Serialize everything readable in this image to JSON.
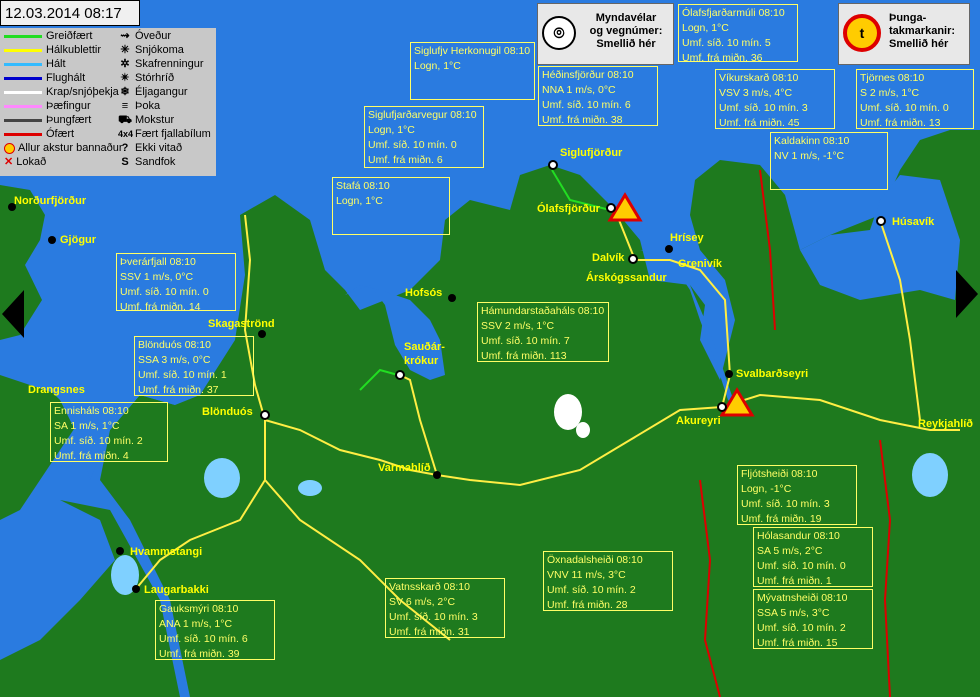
{
  "timestamp": "12.03.2014 08:17",
  "colors": {
    "sea": "#2a7be0",
    "land": "#1e7a1e",
    "road": "#ffee44",
    "label": "#ffff00"
  },
  "legend": {
    "roads": [
      {
        "label": "Greiðfært",
        "color": "#22dd22"
      },
      {
        "label": "Hálkublettir",
        "color": "#ffff00"
      },
      {
        "label": "Hált",
        "color": "#33bbff"
      },
      {
        "label": "Flughált",
        "color": "#0000cc"
      },
      {
        "label": "Krap/snjóþekja",
        "color": "#ffffff"
      },
      {
        "label": "Þæfingur",
        "color": "#ff88ff"
      },
      {
        "label": "Þungfært",
        "color": "#444444"
      },
      {
        "label": "Ófært",
        "color": "#dd0000"
      },
      {
        "label": "Allur akstur bannaður",
        "color": "#ffcc00"
      },
      {
        "label": "Lokað",
        "color": "#dd0000"
      }
    ],
    "conditions": [
      {
        "label": "Óveður",
        "icon": "storm-icon",
        "glyph": "⇝"
      },
      {
        "label": "Snjókoma",
        "icon": "snowfall-icon",
        "glyph": "✳"
      },
      {
        "label": "Skafrenningur",
        "icon": "drifting-snow-icon",
        "glyph": "✲"
      },
      {
        "label": "Stórhríð",
        "icon": "blizzard-icon",
        "glyph": "✴"
      },
      {
        "label": "Éljagangur",
        "icon": "snow-showers-icon",
        "glyph": "❄"
      },
      {
        "label": "Þoka",
        "icon": "fog-icon",
        "glyph": "≡"
      },
      {
        "label": "Mokstur",
        "icon": "snowplow-icon",
        "glyph": "⛟"
      },
      {
        "label": "Fært fjallabílum",
        "icon": "4x4-icon",
        "glyph": "4x4"
      },
      {
        "label": "Ekki vitað",
        "icon": "unknown-icon",
        "glyph": "?"
      },
      {
        "label": "Sandfok",
        "icon": "sandstorm-icon",
        "glyph": "S"
      }
    ]
  },
  "promo_cameras": {
    "line1": "Myndavélar",
    "line2": "og vegnúmer:",
    "line3": "Smellið hér"
  },
  "promo_weight": {
    "line1": "Þunga-",
    "line2": "takmarkanir:",
    "line3": "Smellið hér"
  },
  "stations": [
    {
      "name": "Siglufjv Herkonugil 08:10",
      "wind": "Logn, 1°C"
    },
    {
      "name": "Ólafsfjarðarmúli 08:10",
      "wind": "Logn, 1°C",
      "umf_10": "Umf. síð. 10 mín. 5",
      "umf_mid": "Umf. frá miðn. 36"
    },
    {
      "name": "Héðinsfjörður 08:10",
      "wind": "NNA 1 m/s, 0°C",
      "umf_10": "Umf. síð. 10 mín. 6",
      "umf_mid": "Umf. frá miðn. 38"
    },
    {
      "name": "Víkurskarð 08:10",
      "wind": "VSV 3 m/s, 4°C",
      "umf_10": "Umf. síð. 10 mín. 3",
      "umf_mid": "Umf. frá miðn. 45"
    },
    {
      "name": "Tjörnes 08:10",
      "wind": "S 2 m/s, 1°C",
      "umf_10": "Umf. síð. 10 mín. 0",
      "umf_mid": "Umf. frá miðn. 13"
    },
    {
      "name": "Siglufjarðarvegur 08:10",
      "wind": "Logn, 1°C",
      "umf_10": "Umf. síð. 10 mín. 0",
      "umf_mid": "Umf. frá miðn. 6"
    },
    {
      "name": "Kaldakinn 08:10",
      "wind": "NV 1 m/s, -1°C"
    },
    {
      "name": "Stafá 08:10",
      "wind": "Logn, 1°C"
    },
    {
      "name": "Þverárfjall 08:10",
      "wind": "SSV 1 m/s, 0°C",
      "umf_10": "Umf. síð. 10 mín. 0",
      "umf_mid": "Umf. frá miðn. 14"
    },
    {
      "name": "Hámundarstaðaháls 08:10",
      "wind": "SSV 2 m/s, 1°C",
      "umf_10": "Umf. síð. 10 mín. 7",
      "umf_mid": "Umf. frá miðn. 113"
    },
    {
      "name": "Blönduós 08:10",
      "wind": "SSA 3 m/s, 0°C",
      "umf_10": "Umf. síð. 10 mín. 1",
      "umf_mid": "Umf. frá miðn. 37"
    },
    {
      "name": "Ennisháls 08:10",
      "wind": "SA 1 m/s, 1°C",
      "umf_10": "Umf. síð. 10 mín. 2",
      "umf_mid": "Umf. frá miðn. 4"
    },
    {
      "name": "Fljótsheiði 08:10",
      "wind": "Logn, -1°C",
      "umf_10": "Umf. síð. 10 mín. 3",
      "umf_mid": "Umf. frá miðn. 19"
    },
    {
      "name": "Hólasandur 08:10",
      "wind": "SA 5 m/s, 2°C",
      "umf_10": "Umf. síð. 10 mín. 0",
      "umf_mid": "Umf. frá miðn. 1"
    },
    {
      "name": "Öxnadalsheiði 08:10",
      "wind": "VNV 11 m/s, 3°C",
      "umf_10": "Umf. síð. 10 mín. 2",
      "umf_mid": "Umf. frá miðn. 28"
    },
    {
      "name": "Mývatnsheiði 08:10",
      "wind": "SSA 5 m/s, 3°C",
      "umf_10": "Umf. síð. 10 mín. 2",
      "umf_mid": "Umf. frá miðn. 15"
    },
    {
      "name": "Vatnsskarð 08:10",
      "wind": "SV 6 m/s, 2°C",
      "umf_10": "Umf. síð. 10 mín. 3",
      "umf_mid": "Umf. frá miðn. 31"
    },
    {
      "name": "Gauksmýri 08:10",
      "wind": "ANA 1 m/s, 1°C",
      "umf_10": "Umf. síð. 10 mín. 6",
      "umf_mid": "Umf. frá miðn. 39"
    }
  ],
  "towns": [
    "Norðurfjörður",
    "Gjögur",
    "Drangsnes",
    "Skagaströnd",
    "Blönduós",
    "Hvammstangi",
    "Laugarbakki",
    "Hofsós",
    "Sauðár-",
    "krókur",
    "Varmahlíð",
    "Siglufjörður",
    "Ólafsfjörður",
    "Dalvík",
    "Hrísey",
    "Árskógssandur",
    "Grenivík",
    "Svalbarðseyri",
    "Akureyri",
    "Húsavík",
    "Reykjahlíð"
  ]
}
